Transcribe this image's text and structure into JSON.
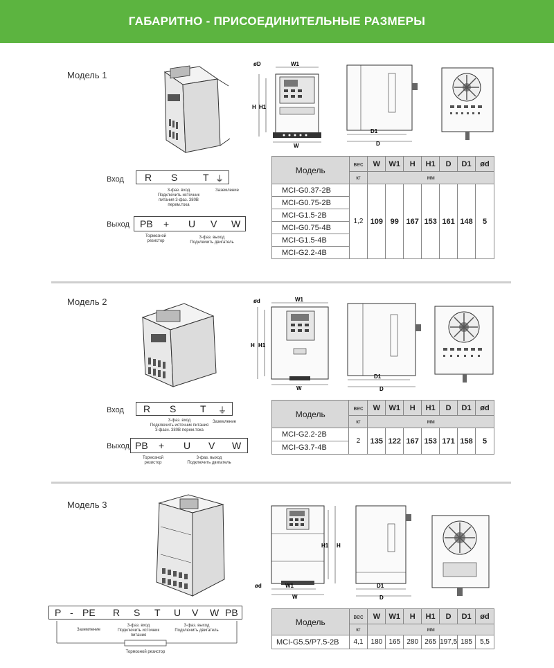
{
  "banner": {
    "title": "ГАБАРИТНО - ПРИСОЕДИНИТЕЛЬНЫЕ РАЗМЕРЫ",
    "color": "#5cb440"
  },
  "dims": {
    "w1": "W1",
    "w": "W",
    "h": "H",
    "h1": "H1",
    "d": "d",
    "phi": "ø",
    "d1": "D1",
    "dd": "D"
  },
  "table_headers": {
    "model": "Модель",
    "weight": "вес",
    "w": "W",
    "w1": "W1",
    "h": "H",
    "h1": "H1",
    "d": "D",
    "d1": "D1",
    "od": "ød",
    "kg": "кг",
    "mm": "мм"
  },
  "model1": {
    "label": "Модель 1",
    "input": {
      "label": "Вход",
      "terms": [
        "R",
        "S",
        "T"
      ],
      "note": "3-фаз. вход\nПодключить источник\nпитания 3-фаз. 380В\nперем.тока",
      "ground": "Заземление"
    },
    "output": {
      "label": "Выход",
      "terms": [
        "PB",
        "+",
        "U",
        "V",
        "W"
      ],
      "brake": "Тормозной\nрезистор",
      "note": "3-фаз. выход\nПодключить двигатель"
    },
    "rows": [
      "MCI-G0.37-2B",
      "MCI-G0.75-2B",
      "MCI-G1.5-2B",
      "MCI-G0.75-4B",
      "MCI-G1.5-4B",
      "MCI-G2.2-4B"
    ],
    "values": {
      "weight": "1,2",
      "w": "109",
      "w1": "99",
      "h": "167",
      "h1": "153",
      "d": "161",
      "d1": "148",
      "od": "5"
    }
  },
  "model2": {
    "label": "Модель 2",
    "input": {
      "label": "Вход",
      "terms": [
        "R",
        "S",
        "T"
      ],
      "note": "3-фаз. вход\nПодключить источник питания\n3-фазн. 380В перем.тока",
      "ground": "Заземление"
    },
    "output": {
      "label": "Выход",
      "terms": [
        "PB",
        "+",
        "U",
        "V",
        "W"
      ],
      "brake": "Тормозной\nрезистор",
      "note": "3-фаз. выход\nПодключить двигатель"
    },
    "rows": [
      "MCI-G2.2-2B",
      "MCI-G3.7-4B"
    ],
    "values": {
      "weight": "2",
      "w": "135",
      "w1": "122",
      "h": "167",
      "h1": "153",
      "d": "171",
      "d1": "158",
      "od": "5"
    }
  },
  "model3": {
    "label": "Модель 3",
    "terms": [
      "P",
      "-",
      "PE",
      "R",
      "S",
      "T",
      "U",
      "V",
      "W",
      "PB"
    ],
    "ground": "Заземление",
    "input_note": "3-фаз. вход\nПодключить источник\nпитания",
    "output_note": "3-фаз. выход\nПодключить двигатель",
    "brake": "Тормозной резистор",
    "rows": [
      "MCI-G5.5/P7.5-2B"
    ],
    "values": {
      "weight": "4,1",
      "w": "180",
      "w1": "165",
      "h": "280",
      "h1": "265",
      "d": "197,5",
      "d1": "185",
      "od": "5,5"
    }
  }
}
